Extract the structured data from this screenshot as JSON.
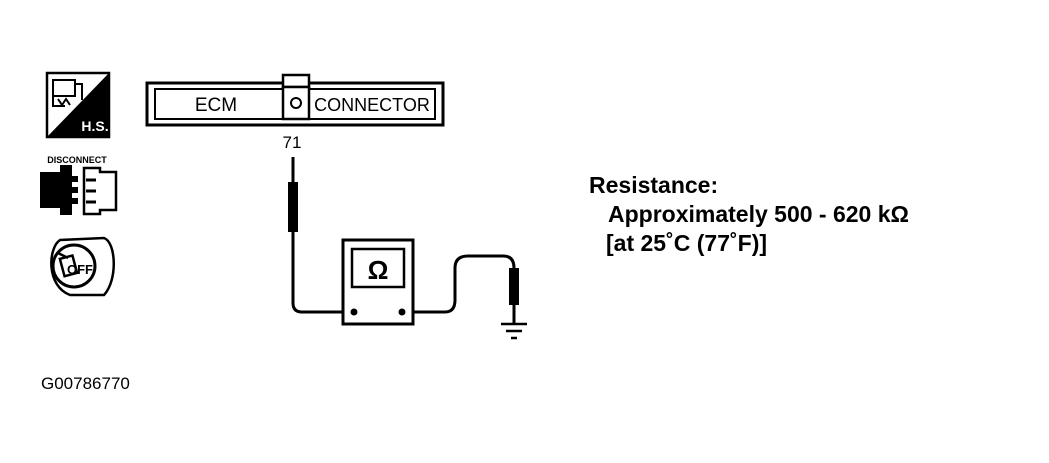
{
  "connector": {
    "left_label": "ECM",
    "right_label": "CONNECTOR",
    "pin": "71"
  },
  "icons": {
    "hs_label": "H.S.",
    "disconnect_label": "DISCONNECT",
    "ignition_label": "OFF",
    "hs_icon": "hot-soak-icon",
    "disconnect_icon": "connector-disconnect-icon",
    "ignition_icon": "ignition-key-off-icon"
  },
  "meter": {
    "symbol": "Ω",
    "icon": "ohmmeter-icon"
  },
  "spec": {
    "heading": "Resistance:",
    "line1": "Approximately 500 - 620 kΩ",
    "line2": "[at 25˚C (77˚F)]"
  },
  "figure_id": "G00786770",
  "colors": {
    "ink": "#000000",
    "paper": "#ffffff"
  }
}
